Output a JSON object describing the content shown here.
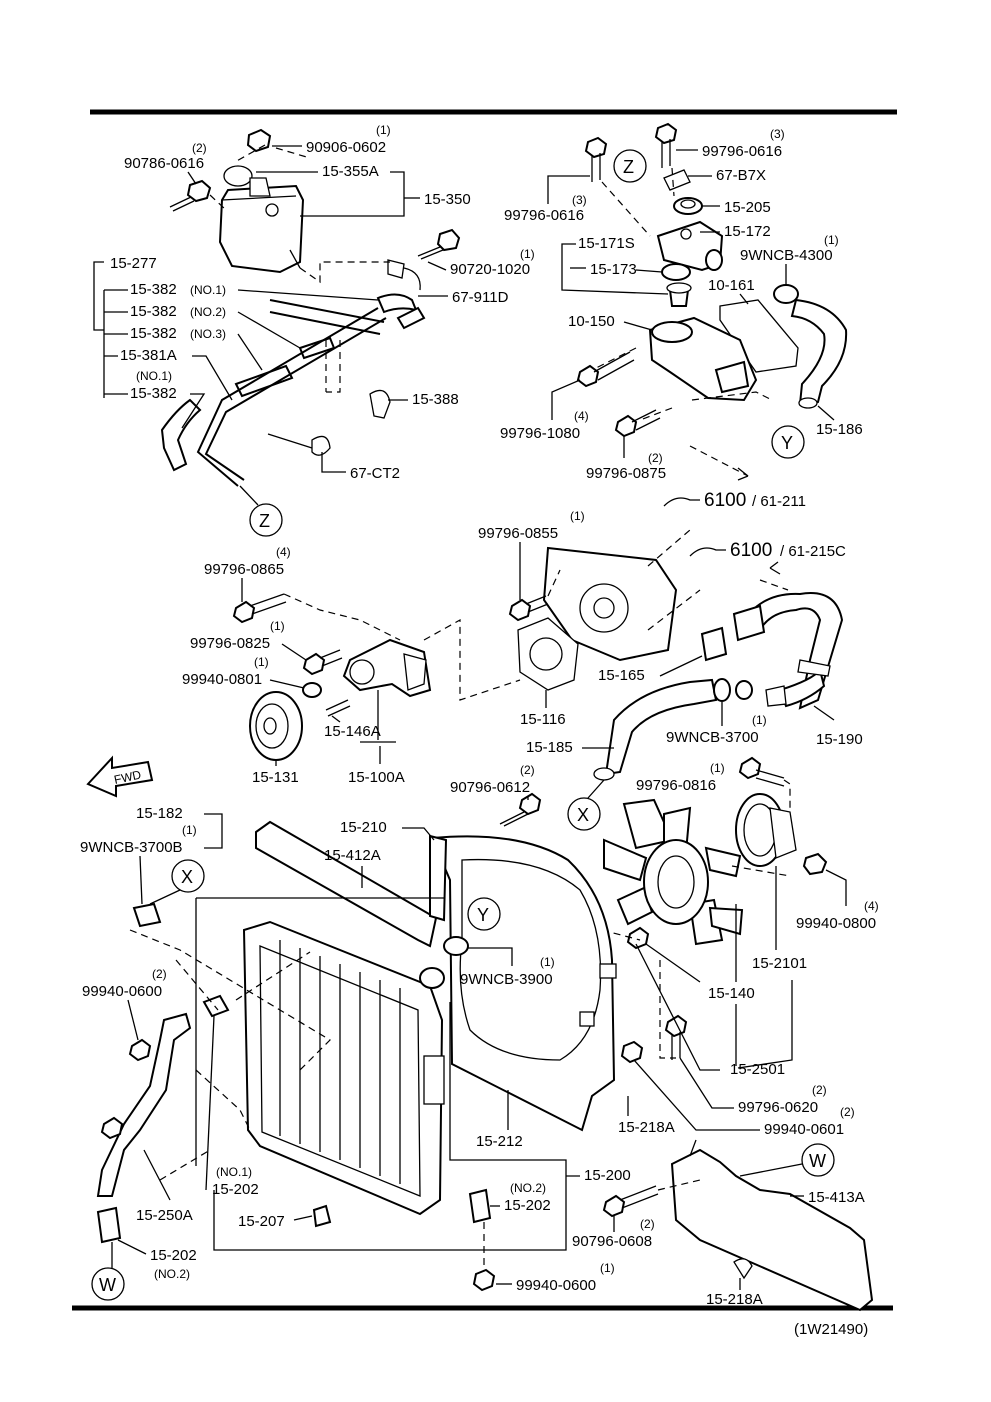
{
  "parts": {
    "p90906_0602": {
      "num": "90906-0602",
      "qty": "(1)"
    },
    "p90786_0616": {
      "num": "90786-0616",
      "qty": "(2)"
    },
    "p15_355A": {
      "num": "15-355A"
    },
    "p15_350": {
      "num": "15-350"
    },
    "p90720_1020": {
      "num": "90720-1020",
      "qty": "(1)"
    },
    "p67_911D": {
      "num": "67-911D"
    },
    "p15_277": {
      "num": "15-277"
    },
    "p15_382_no1": {
      "num": "15-382",
      "note": "(NO.1)"
    },
    "p15_382_no2": {
      "num": "15-382",
      "note": "(NO.2)"
    },
    "p15_382_no3": {
      "num": "15-382",
      "note": "(NO.3)"
    },
    "p15_381A": {
      "num": "15-381A"
    },
    "p15_382_b": {
      "num": "15-382",
      "note": "(NO.1)"
    },
    "p15_388": {
      "num": "15-388"
    },
    "p67_CT2": {
      "num": "67-CT2"
    },
    "p99796_0616_a": {
      "num": "99796-0616",
      "qty": "(3)"
    },
    "p99796_0616_b": {
      "num": "99796-0616",
      "qty": "(3)"
    },
    "p67_B7X": {
      "num": "67-B7X"
    },
    "p15_205": {
      "num": "15-205"
    },
    "p15_172": {
      "num": "15-172"
    },
    "p15_171S": {
      "num": "15-171S"
    },
    "p9WNCB_4300": {
      "num": "9WNCB-4300",
      "qty": "(1)"
    },
    "p15_173": {
      "num": "15-173"
    },
    "p10_161": {
      "num": "10-161"
    },
    "p10_150": {
      "num": "10-150"
    },
    "p99796_1080": {
      "num": "99796-1080",
      "qty": "(4)"
    },
    "p99796_0875": {
      "num": "99796-0875",
      "qty": "(2)"
    },
    "p15_186": {
      "num": "15-186"
    },
    "p99796_0855": {
      "num": "99796-0855",
      "qty": "(1)"
    },
    "p99796_0865": {
      "num": "99796-0865",
      "qty": "(4)"
    },
    "p99796_0825": {
      "num": "99796-0825",
      "qty": "(1)"
    },
    "p99940_0801": {
      "num": "99940-0801",
      "qty": "(1)"
    },
    "p15_146A": {
      "num": "15-146A"
    },
    "p15_131": {
      "num": "15-131"
    },
    "p15_100A": {
      "num": "15-100A"
    },
    "p15_116": {
      "num": "15-116"
    },
    "p15_165": {
      "num": "15-165"
    },
    "p15_185": {
      "num": "15-185"
    },
    "p9WNCB_3700": {
      "num": "9WNCB-3700",
      "qty": "(1)"
    },
    "p15_190": {
      "num": "15-190"
    },
    "p99796_0816": {
      "num": "99796-0816",
      "qty": "(1)"
    },
    "p90796_0612": {
      "num": "90796-0612",
      "qty": "(2)"
    },
    "p15_182": {
      "num": "15-182"
    },
    "p9WNCB_3700B": {
      "num": "9WNCB-3700B",
      "qty": "(1)"
    },
    "p15_210": {
      "num": "15-210"
    },
    "p15_412A": {
      "num": "15-412A"
    },
    "p9WNCB_3900": {
      "num": "9WNCB-3900",
      "qty": "(1)"
    },
    "p99940_0800": {
      "num": "99940-0800",
      "qty": "(4)"
    },
    "p15_2101": {
      "num": "15-2101"
    },
    "p15_140": {
      "num": "15-140"
    },
    "p15_2501": {
      "num": "15-2501"
    },
    "p99940_0600_a": {
      "num": "99940-0600",
      "qty": "(2)"
    },
    "p99796_0620": {
      "num": "99796-0620",
      "qty": "(2)"
    },
    "p99940_0601": {
      "num": "99940-0601",
      "qty": "(2)"
    },
    "p15_218A_a": {
      "num": "15-218A"
    },
    "p15_212": {
      "num": "15-212"
    },
    "p15_200": {
      "num": "15-200"
    },
    "p15_202_no1": {
      "num": "15-202",
      "note": "(NO.1)"
    },
    "p15_202_no2": {
      "num": "15-202",
      "note": "(NO.2)"
    },
    "p15_250A": {
      "num": "15-250A"
    },
    "p15_207": {
      "num": "15-207"
    },
    "p15_202_b": {
      "num": "15-202",
      "note": "(NO.2)"
    },
    "p99940_0600_b": {
      "num": "99940-0600",
      "qty": "(1)"
    },
    "p90796_0608": {
      "num": "90796-0608",
      "qty": "(2)"
    },
    "p15_413A": {
      "num": "15-413A"
    },
    "p15_218A_b": {
      "num": "15-218A"
    }
  },
  "refs": [
    {
      "num": "6100",
      "sub": "/ 61-211"
    },
    {
      "num": "6100",
      "sub": "/ 61-215C"
    }
  ],
  "markers": {
    "z": "Z",
    "y": "Y",
    "x": "X",
    "w": "W"
  },
  "fwd": "FWD",
  "diagram_id": "(1W21490)"
}
